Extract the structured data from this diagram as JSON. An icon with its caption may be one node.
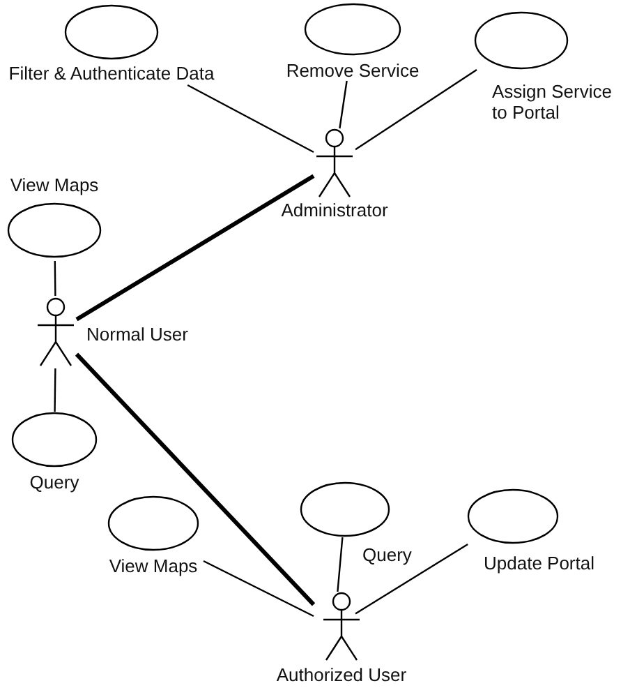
{
  "diagram": {
    "nodes": [
      {
        "text": [],
        "shape": "ellipse",
        "beside": [
          "Filter & Authenticate Data"
        ]
      },
      {
        "text": [],
        "shape": "ellipse",
        "beside": [
          "Remove Service"
        ]
      },
      {
        "text": [],
        "shape": "ellipse",
        "beside": [
          "Assign Service to Portal"
        ]
      },
      {
        "text": [],
        "shape": "person",
        "beside": [
          "Administrator"
        ]
      },
      {
        "text": [],
        "shape": "ellipse",
        "beside": [
          "View Maps"
        ]
      },
      {
        "text": [],
        "shape": "person",
        "beside": [
          "Normal User"
        ]
      },
      {
        "text": [],
        "shape": "ellipse",
        "beside": [
          "Query"
        ]
      },
      {
        "text": [],
        "shape": "ellipse",
        "beside": [
          "View Maps"
        ]
      },
      {
        "text": [],
        "shape": "ellipse",
        "beside": [
          "Query"
        ]
      },
      {
        "text": [],
        "shape": "ellipse",
        "beside": [
          "Update Portal"
        ]
      },
      {
        "text": [],
        "shape": "person",
        "beside": [
          "Authorized User"
        ]
      }
    ],
    "edges": [
      {
        "from": 0,
        "to": 3,
        "arrow": "none"
      },
      {
        "from": 1,
        "to": 3,
        "arrow": "none"
      },
      {
        "from": 2,
        "to": 3,
        "arrow": "none"
      },
      {
        "from": 3,
        "to": 5,
        "arrow": "none",
        "style": "thick"
      },
      {
        "from": 4,
        "to": 5,
        "arrow": "none"
      },
      {
        "from": 5,
        "to": 6,
        "arrow": "none"
      },
      {
        "from": 5,
        "to": 10,
        "arrow": "none",
        "style": "thick"
      },
      {
        "from": 7,
        "to": 10,
        "arrow": "none"
      },
      {
        "from": 8,
        "to": 10,
        "arrow": "none"
      },
      {
        "from": 9,
        "to": 10,
        "arrow": "none"
      }
    ]
  }
}
